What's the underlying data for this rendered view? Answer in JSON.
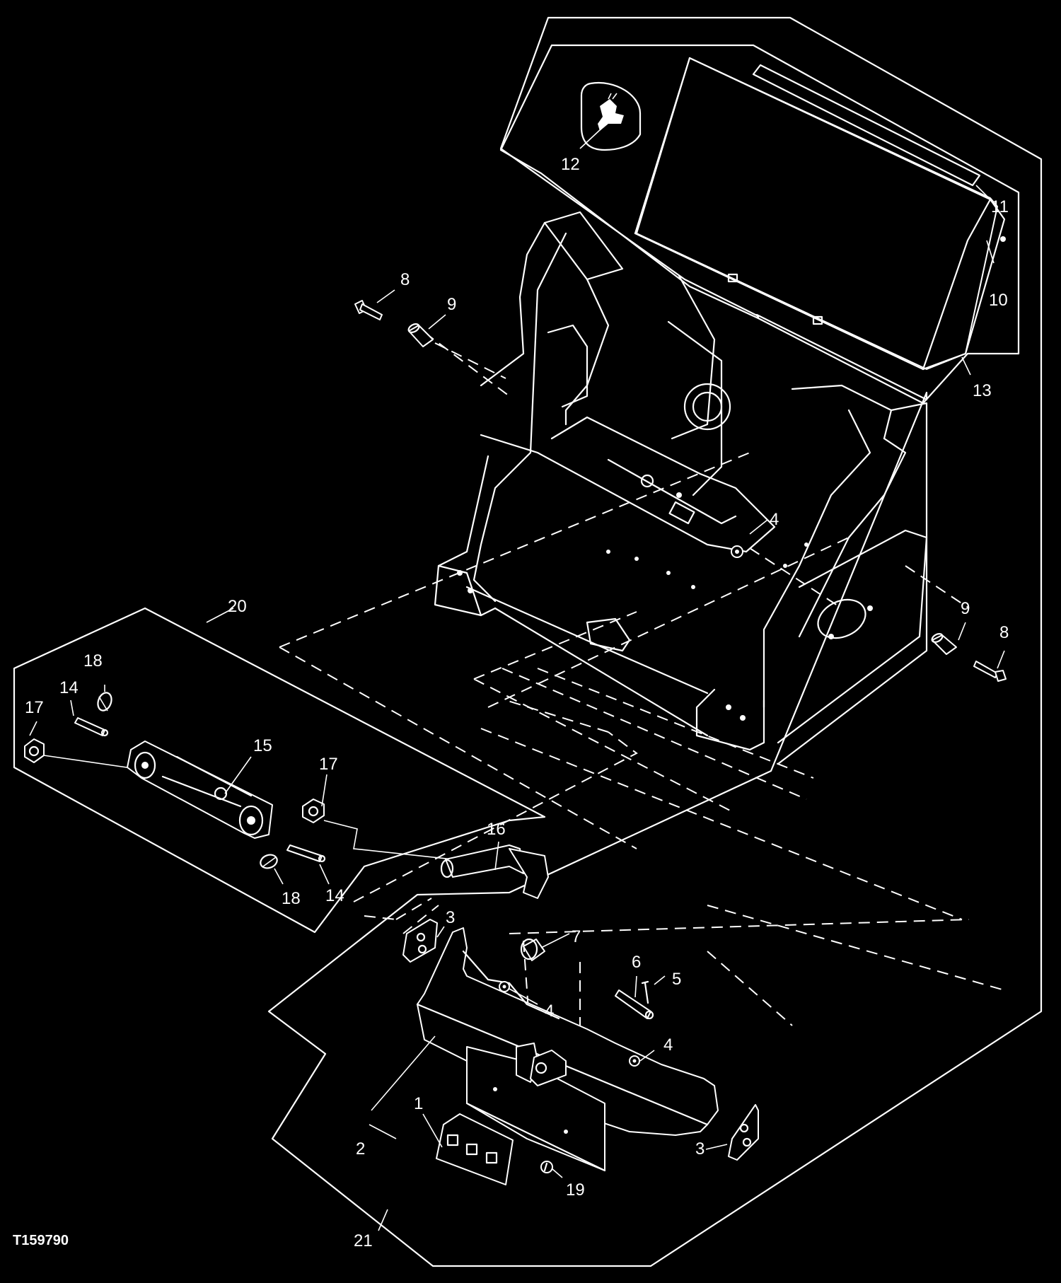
{
  "figure_id": "T159790",
  "callouts": [
    {
      "id": "c12",
      "text": "12"
    },
    {
      "id": "c11",
      "text": "11"
    },
    {
      "id": "c10",
      "text": "10"
    },
    {
      "id": "c13",
      "text": "13"
    },
    {
      "id": "c8a",
      "text": "8"
    },
    {
      "id": "c9a",
      "text": "9"
    },
    {
      "id": "c4a",
      "text": "4"
    },
    {
      "id": "c9b",
      "text": "9"
    },
    {
      "id": "c8b",
      "text": "8"
    },
    {
      "id": "c20",
      "text": "20"
    },
    {
      "id": "c18a",
      "text": "18"
    },
    {
      "id": "c14a",
      "text": "14"
    },
    {
      "id": "c17a",
      "text": "17"
    },
    {
      "id": "c15",
      "text": "15"
    },
    {
      "id": "c17b",
      "text": "17"
    },
    {
      "id": "c16",
      "text": "16"
    },
    {
      "id": "c18b",
      "text": "18"
    },
    {
      "id": "c14b",
      "text": "14"
    },
    {
      "id": "c3a",
      "text": "3"
    },
    {
      "id": "c7",
      "text": "7"
    },
    {
      "id": "c6",
      "text": "6"
    },
    {
      "id": "c5",
      "text": "5"
    },
    {
      "id": "c4b",
      "text": "4"
    },
    {
      "id": "c4c",
      "text": "4"
    },
    {
      "id": "c1",
      "text": "1"
    },
    {
      "id": "c2",
      "text": "2"
    },
    {
      "id": "c3b",
      "text": "3"
    },
    {
      "id": "c19",
      "text": "19"
    },
    {
      "id": "c21",
      "text": "21"
    }
  ]
}
